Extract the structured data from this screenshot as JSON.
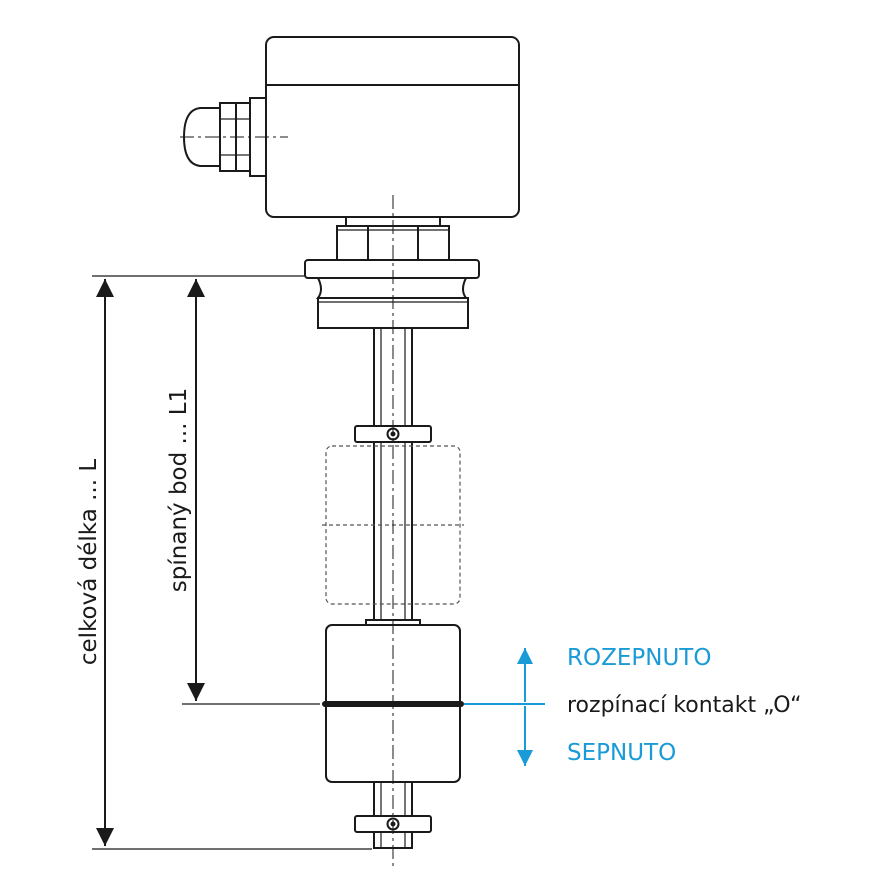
{
  "dimensions": {
    "total_length": "celková délka ... L",
    "switch_point": "spínaný bod ... L1"
  },
  "contact": {
    "open_state": "ROZEPNUTO",
    "description": "rozpínací kontakt „O“",
    "closed_state": "SEPNUTO"
  },
  "colors": {
    "accent": "#1a9ad6",
    "line": "#1a1a1a"
  }
}
